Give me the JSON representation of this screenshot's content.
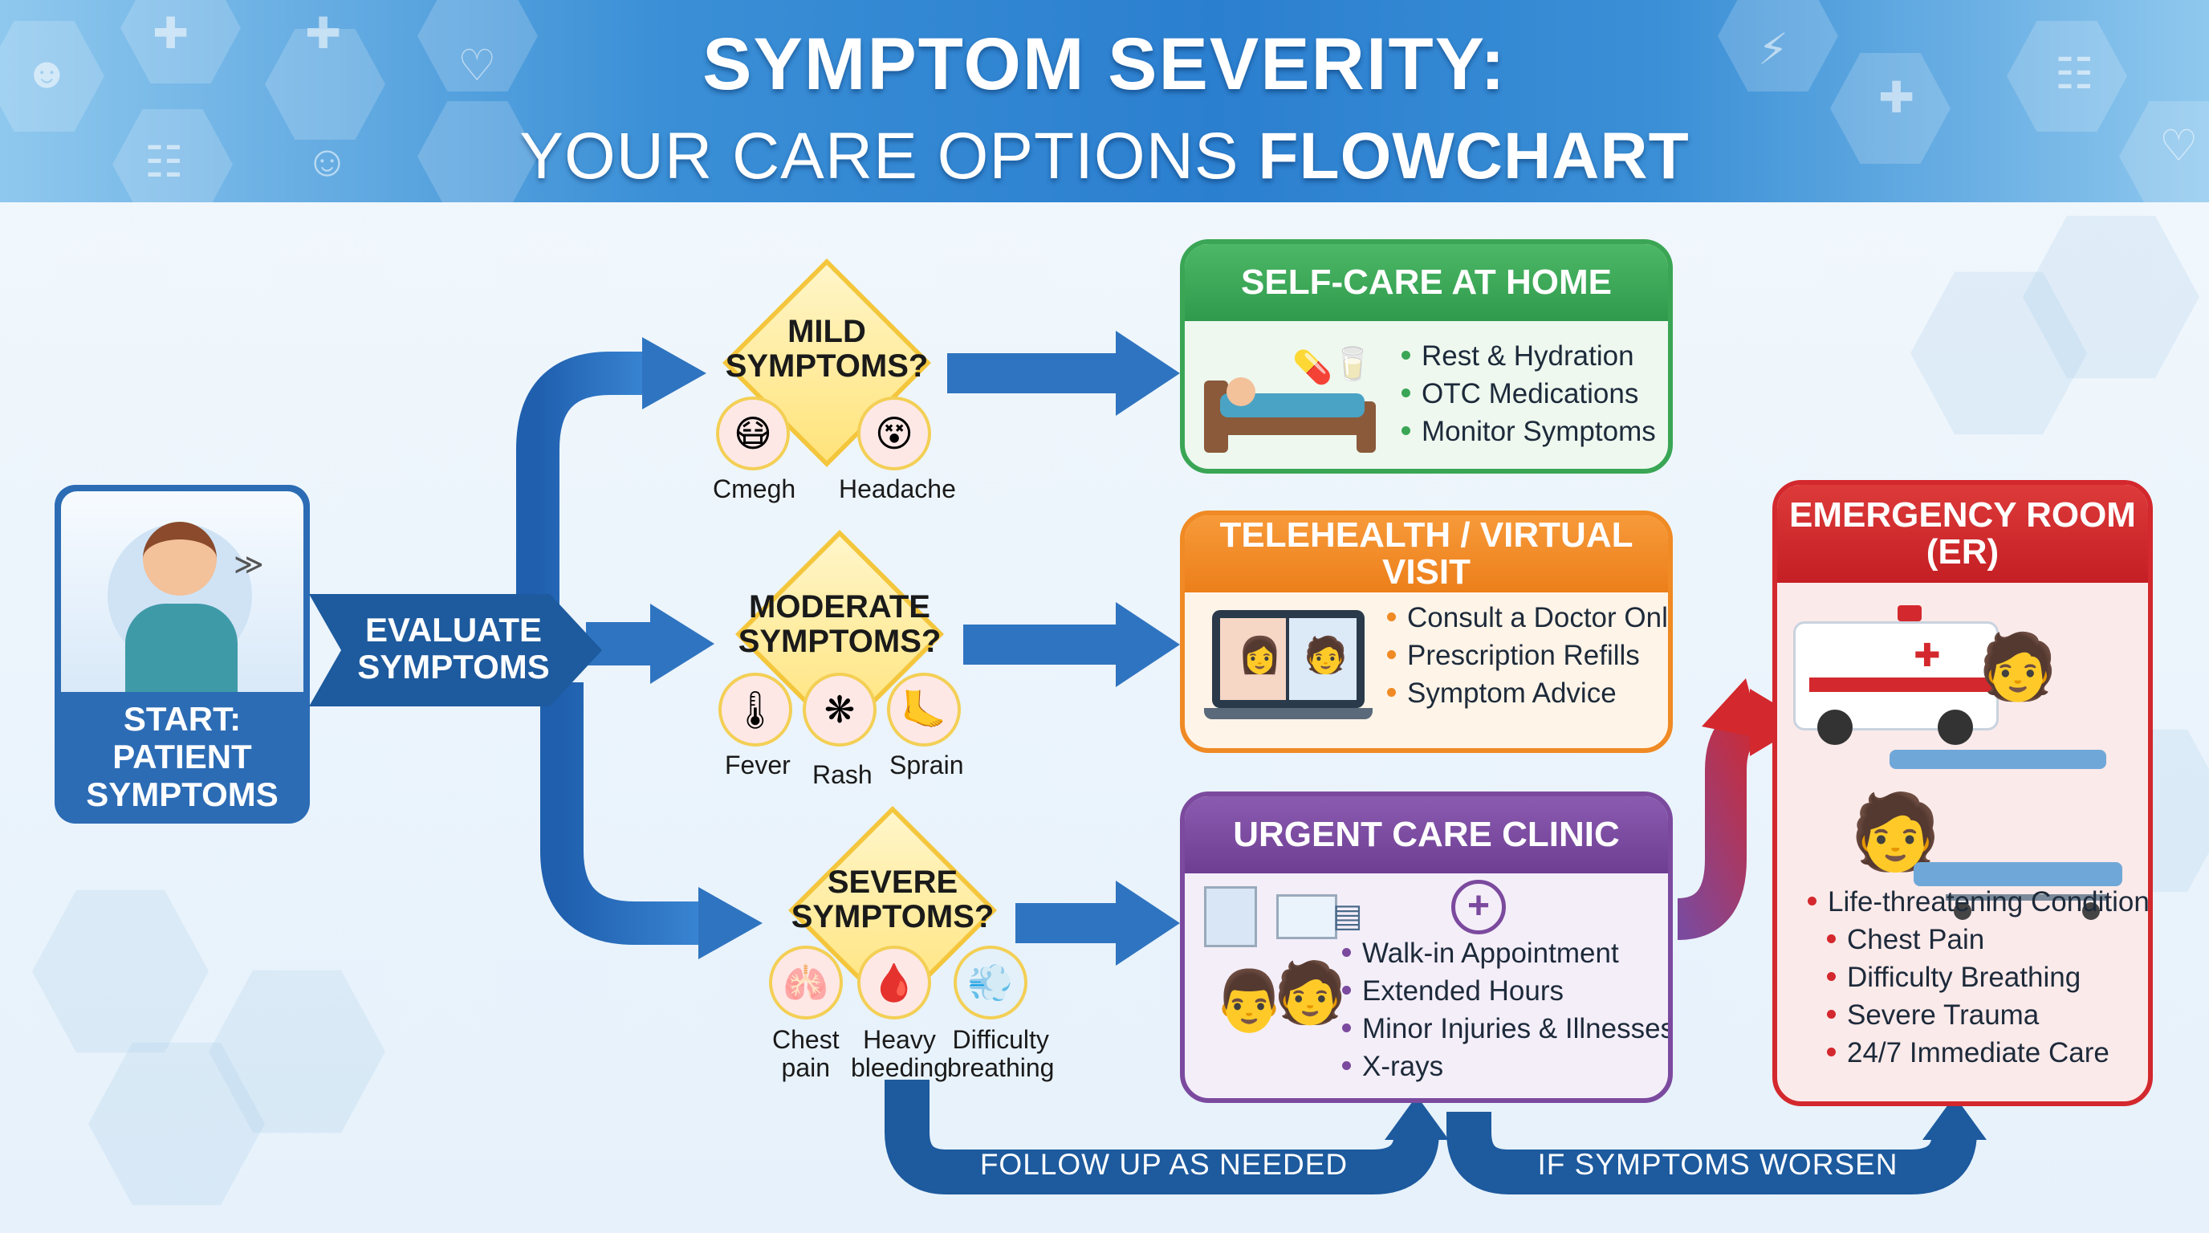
{
  "header": {
    "title_line1": "SYMPTOM SEVERITY:",
    "title_line2_normal": "YOUR CARE OPTIONS ",
    "title_line2_bold": "FLOWCHART"
  },
  "start": {
    "label_line1": "START:",
    "label_line2": "PATIENT",
    "label_line3": "SYMPTOMS"
  },
  "evaluate": {
    "line1": "EVALUATE",
    "line2": "SYMPTOMS"
  },
  "mild": {
    "line1": "MILD",
    "line2": "SYMPTOMS?",
    "examples": [
      {
        "label": "Cmegh",
        "icon": "cough-icon"
      },
      {
        "label": "Headache",
        "icon": "headache-icon"
      }
    ]
  },
  "moderate": {
    "line1": "MODERATE",
    "line2": "SYMPTOMS?",
    "examples": [
      {
        "label": "Fever",
        "icon": "thermometer-icon"
      },
      {
        "label": "Rash",
        "icon": "rash-icon"
      },
      {
        "label": "Sprain",
        "icon": "sprain-icon"
      }
    ]
  },
  "severe": {
    "line1": "SEVERE",
    "line2": "SYMPTOMS?",
    "examples": [
      {
        "label_line1": "Chest",
        "label_line2": "pain",
        "icon": "lungs-icon"
      },
      {
        "label_line1": "Heavy",
        "label_line2": "bleeding",
        "icon": "bleeding-icon"
      },
      {
        "label_line1": "Difficulty",
        "label_line2": "breathing",
        "icon": "breathing-icon"
      }
    ]
  },
  "self_care": {
    "title": "SELF-CARE AT HOME",
    "color": "#3aa655",
    "items": [
      "Rest & Hydration",
      "OTC Medications",
      "Monitor Symptoms"
    ]
  },
  "telehealth": {
    "title": "TELEHEALTH / VIRTUAL VISIT",
    "color": "#f08a24",
    "items": [
      "Consult a Doctor Online",
      "Prescription Refills",
      "Symptom Advice"
    ]
  },
  "urgent_care": {
    "title": "URGENT CARE CLINIC",
    "color": "#7b4a9e",
    "items": [
      "Walk-in Appointment",
      "Extended Hours",
      "Minor Injuries & Illnesses",
      "X-rays"
    ]
  },
  "er": {
    "title_line1": "EMERGENCY ROOM",
    "title_line2": "(ER)",
    "color": "#d3282d",
    "items": [
      "Life-threatening Conditions",
      "Chest Pain",
      "Difficulty Breathing",
      "Severe Trauma",
      "24/7 Immediate Care"
    ]
  },
  "banners": {
    "follow_up": "FOLLOW UP AS NEEDED",
    "worsen": "IF SYMPTOMS WORSEN"
  },
  "colors": {
    "flow_blue": "#2f74c0",
    "flow_dark": "#1d5a9e",
    "diamond": "#f4c63c"
  }
}
